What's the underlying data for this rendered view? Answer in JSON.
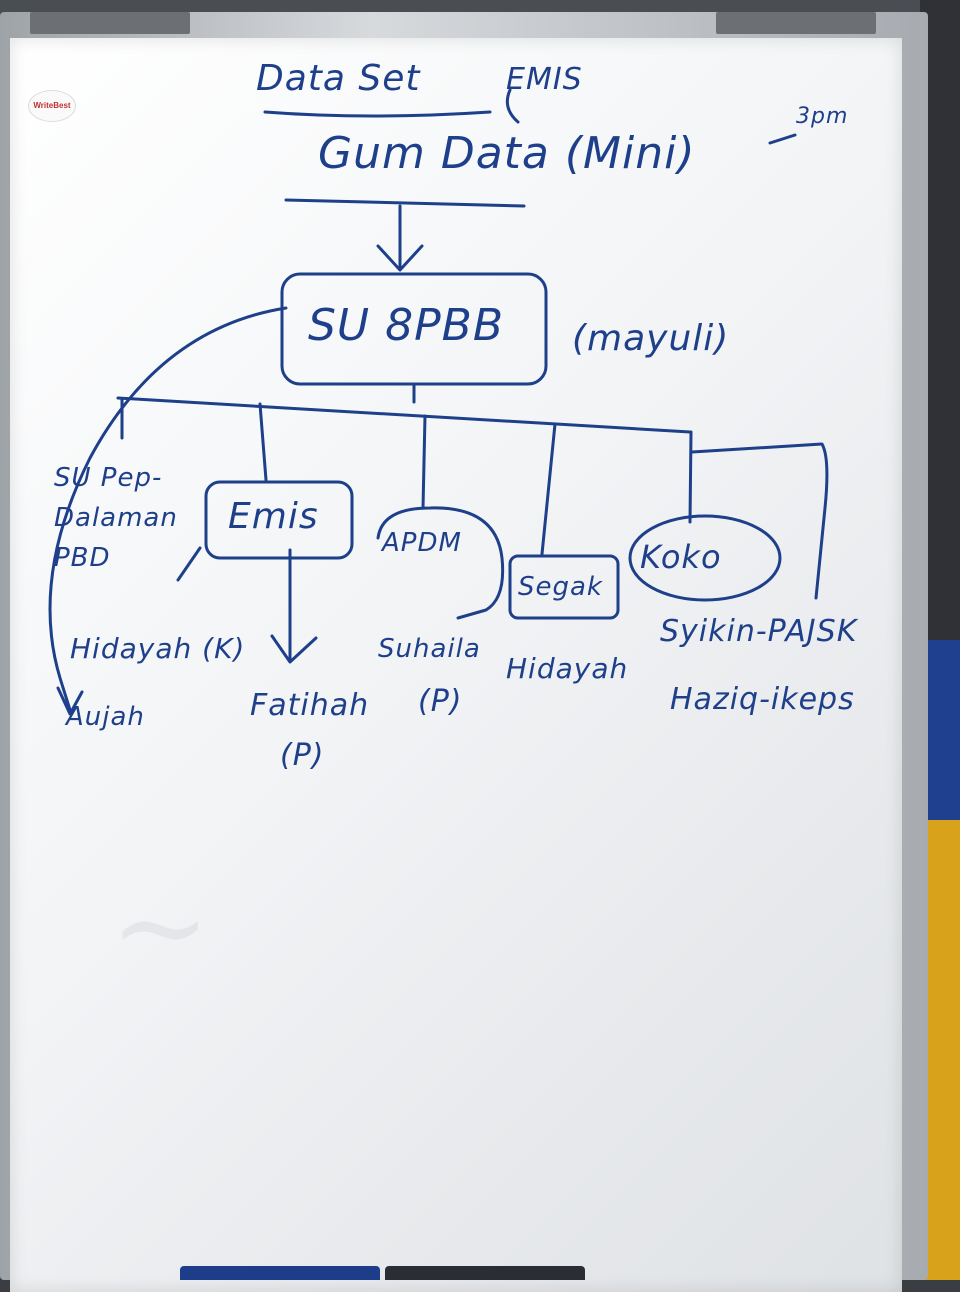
{
  "board": {
    "logo_text": "WriteBest",
    "title": "Data Set",
    "title_suffix": "EMIS",
    "top_node": "Gum Data (Mini)",
    "top_note": "3pm",
    "hub_node": "SU 8PBB",
    "hub_note": "(mayuli)",
    "branches": [
      {
        "node": "SU Pep-Dalaman PBD",
        "person": "Hidayah (K)",
        "person2": "Aujah"
      },
      {
        "node": "Emis",
        "person": "Fatihah",
        "person2": "(P)"
      },
      {
        "node": "APDM",
        "person": "Suhaila",
        "person2": "(P)"
      },
      {
        "node": "Segak",
        "person": "Hidayah",
        "person2": ""
      },
      {
        "node": "Koko",
        "person": "Syikin-PAJSK",
        "person2": "Haziq-ikeps"
      }
    ]
  }
}
